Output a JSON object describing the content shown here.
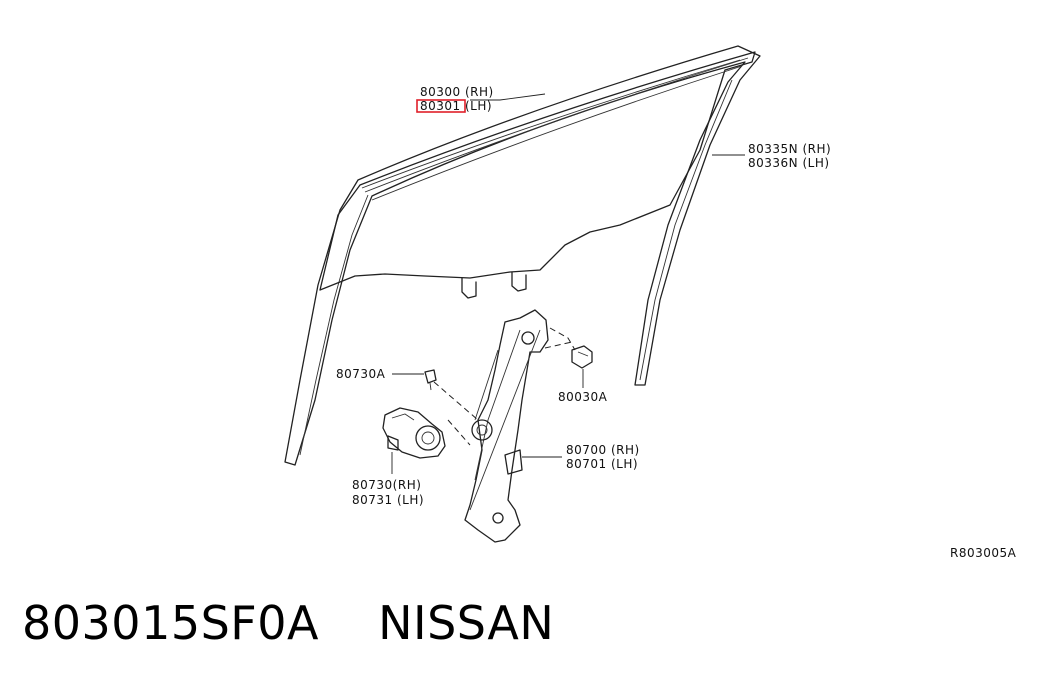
{
  "diagram": {
    "callouts": {
      "glass_rh": "80300 (RH)",
      "glass_lh": "80301 (LH)",
      "sash_rh": "80335N (RH)",
      "sash_lh": "80336N (LH)",
      "bolt": "80730A",
      "nut": "80030A",
      "regulator_rh": "80700 (RH)",
      "regulator_lh": "80701 (LH)",
      "motor_rh": "80730(RH)",
      "motor_lh": "80731 (LH)"
    },
    "reference_code": "R803005A",
    "highlight_color": "#e0202a"
  },
  "footer": {
    "part_number": "803015SF0A",
    "brand": "NISSAN"
  }
}
